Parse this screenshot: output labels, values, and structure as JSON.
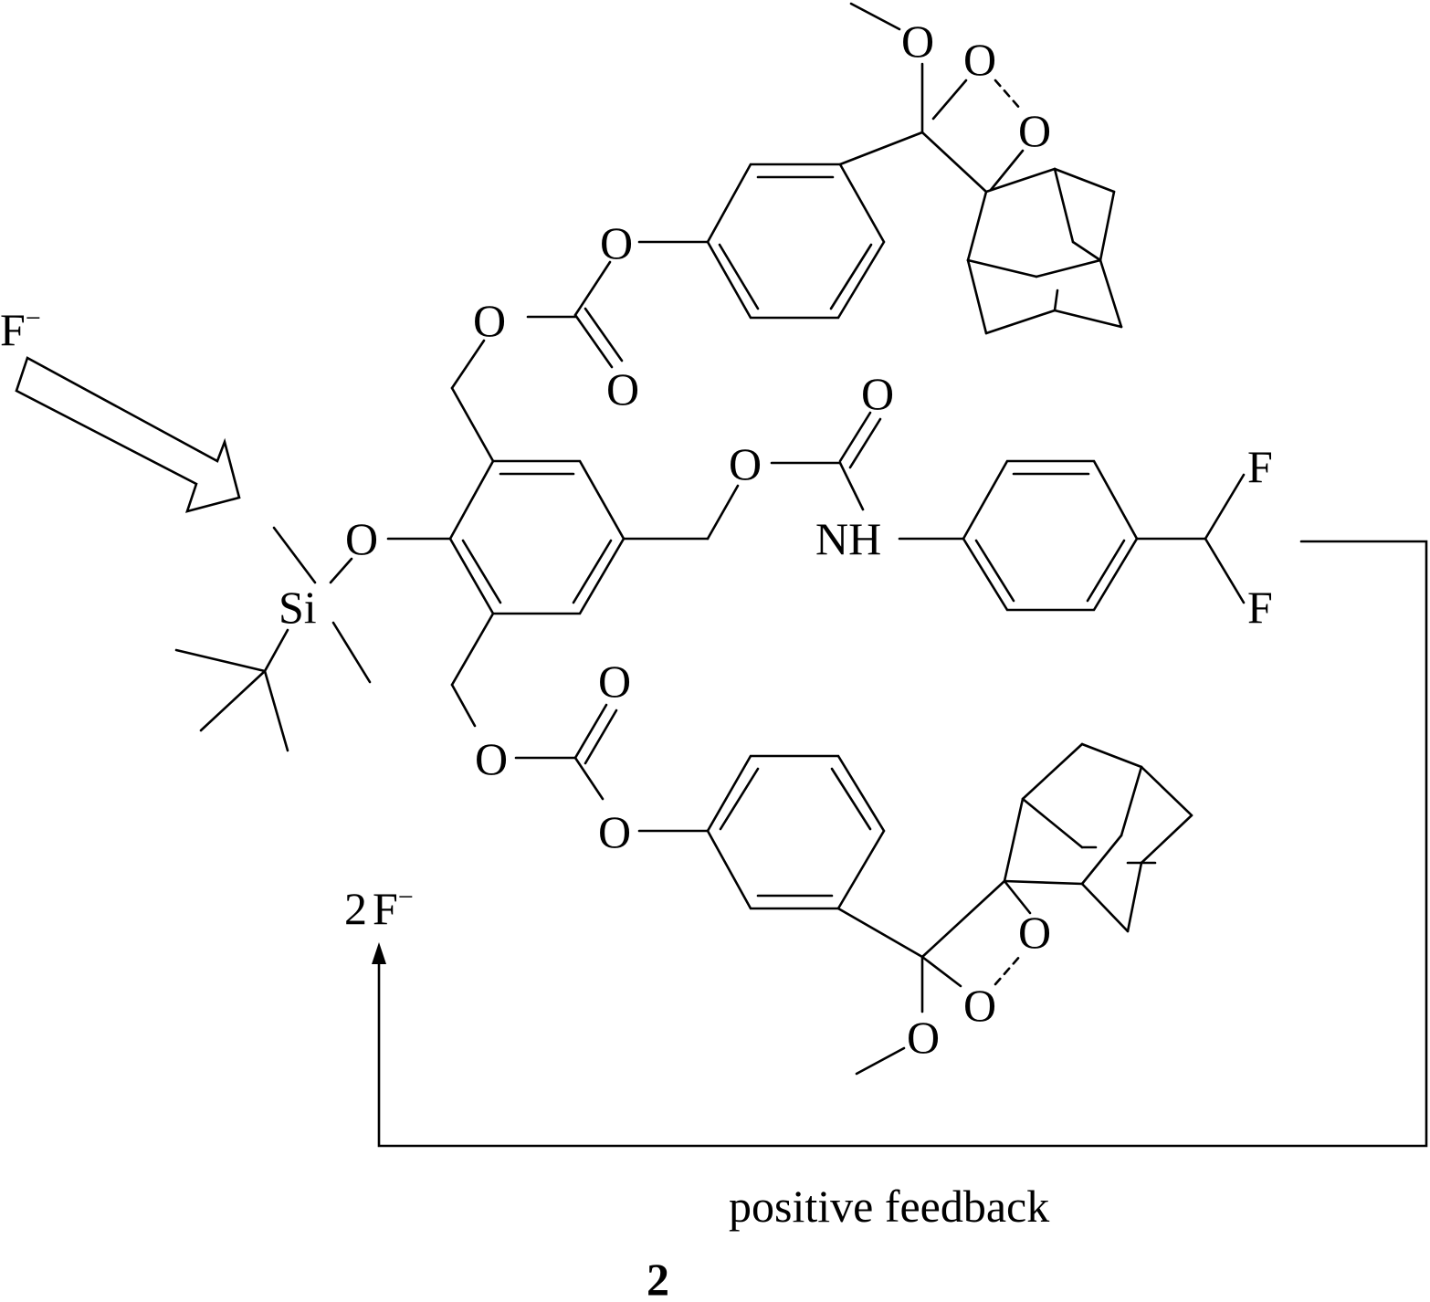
{
  "atoms": {
    "O": "O",
    "Si": "Si",
    "NH": "NH",
    "F": "F"
  },
  "reagent": {
    "label": "F",
    "charge": "−"
  },
  "product": {
    "coefficient": "2",
    "label": "F",
    "charge": "−"
  },
  "feedback_label": "positive feedback",
  "compound_number": "2"
}
